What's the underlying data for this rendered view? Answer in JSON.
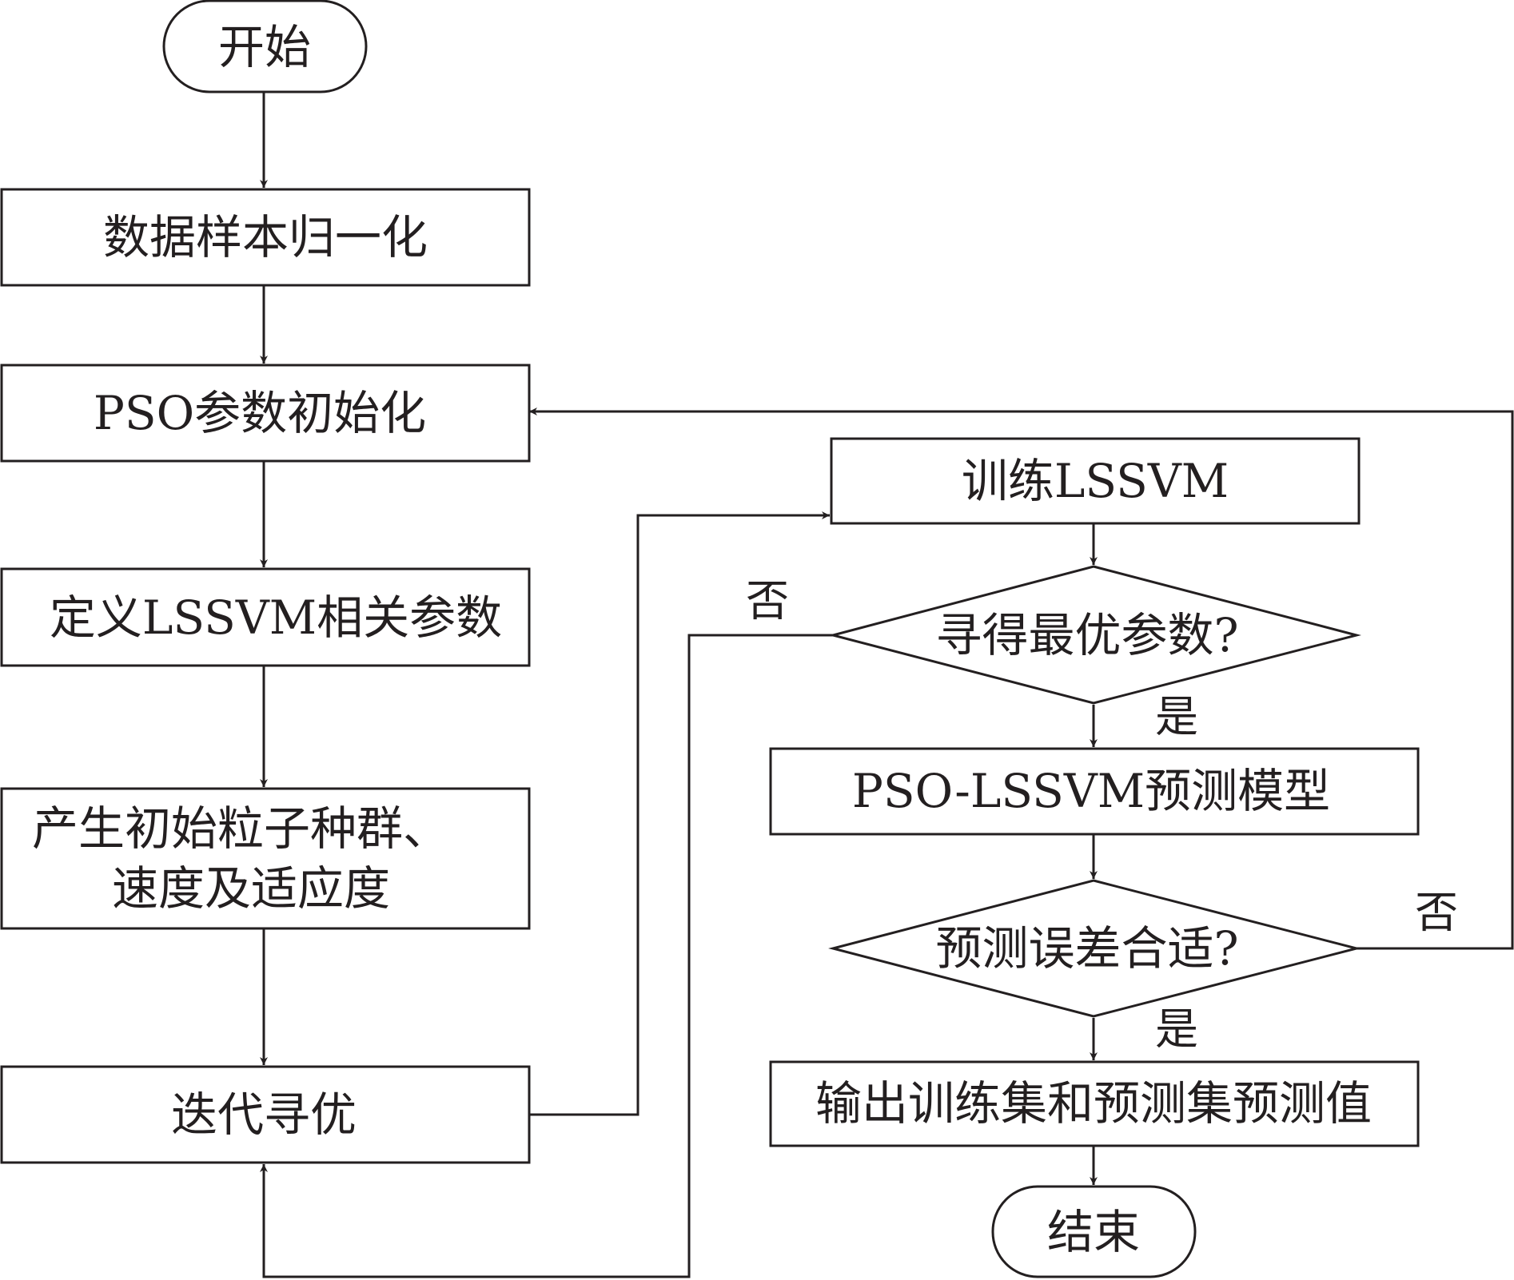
{
  "nodes": {
    "start": "开始",
    "normalize": "数据样本归一化",
    "pso_init": "PSO参数初始化",
    "define_params": "定义LSSVM相关参数",
    "generate_line1": "产生初始粒子种群、",
    "generate_line2": "速度及适应度",
    "iterate": "迭代寻优",
    "train": "训练LSSVM",
    "decision_optimal": "寻得最优参数?",
    "model": "PSO-LSSVM预测模型",
    "decision_error": "预测误差合适?",
    "output": "输出训练集和预测集预测值",
    "end": "结束"
  },
  "edge_labels": {
    "optimal_no": "否",
    "optimal_yes": "是",
    "error_no": "否",
    "error_yes": "是"
  },
  "colors": {
    "stroke": "#231f20",
    "background": "#ffffff"
  }
}
